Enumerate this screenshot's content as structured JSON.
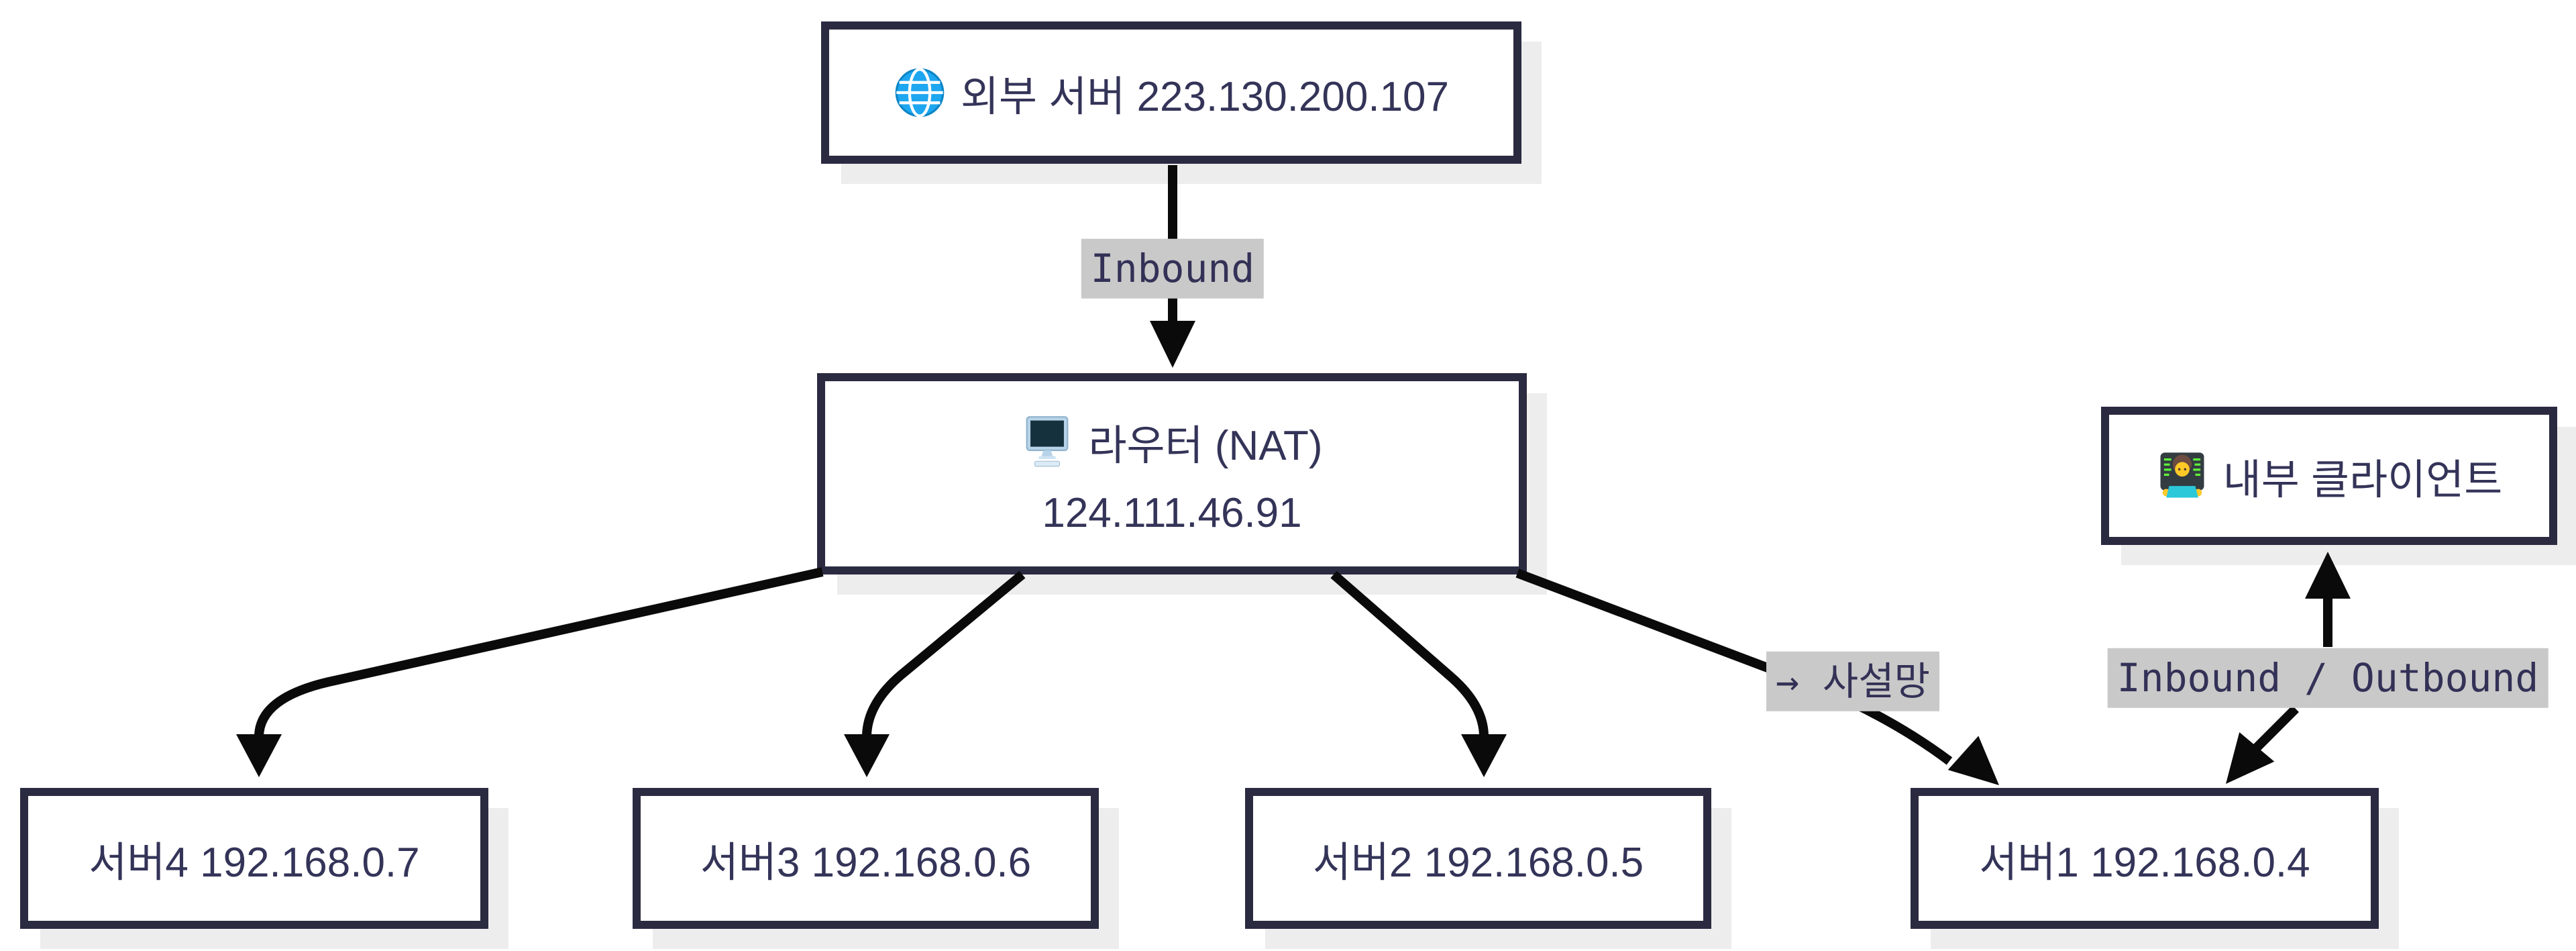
{
  "diagram": {
    "type": "network-flowchart",
    "background": "#ffffff",
    "colors": {
      "node_border": "#2a2a40",
      "node_fill": "#ffffff",
      "node_text": "#343459",
      "node_shadow": "#ededed",
      "edge_line": "#0a0a0a",
      "edge_label_bg": "#c9c9c9",
      "edge_label_text": "#333156"
    },
    "nodes": {
      "external_server": {
        "icon": "globe",
        "icon_glyph": "🌐",
        "label": "외부 서버 223.130.200.107"
      },
      "router": {
        "icon": "desktop-computer",
        "icon_glyph": "🖥️",
        "label": "라우터 (NAT)",
        "ip": "124.111.46.91"
      },
      "internal_client": {
        "icon": "woman-technologist",
        "icon_glyph": "👩‍💻",
        "label": "내부 클라이언트"
      },
      "server4": {
        "label": "서버4 192.168.0.7"
      },
      "server3": {
        "label": "서버3 192.168.0.6"
      },
      "server2": {
        "label": "서버2 192.168.0.5"
      },
      "server1": {
        "label": "서버1 192.168.0.4"
      }
    },
    "edges": [
      {
        "from": "external_server",
        "to": "router",
        "label": "Inbound",
        "direction": "down"
      },
      {
        "from": "router",
        "to": "server4",
        "label": "",
        "direction": "down"
      },
      {
        "from": "router",
        "to": "server3",
        "label": "",
        "direction": "down"
      },
      {
        "from": "router",
        "to": "server2",
        "label": "",
        "direction": "down"
      },
      {
        "from": "router",
        "to": "server1",
        "label": "→ 사설망",
        "direction": "down"
      },
      {
        "from": "server1",
        "to": "internal_client",
        "label": "Inbound / Outbound",
        "direction": "bidirectional"
      }
    ]
  }
}
